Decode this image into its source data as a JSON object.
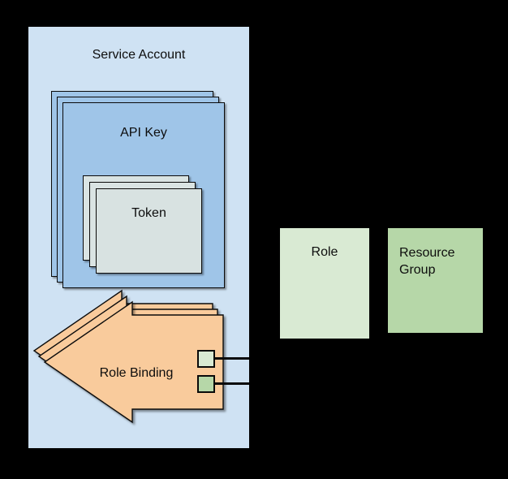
{
  "diagram": {
    "background_color": "#000000",
    "service_account": {
      "label": "Service Account",
      "fill": "#cfe2f3"
    },
    "api_key": {
      "label": "API Key",
      "fill": "#9fc5e8",
      "stack_count": 3
    },
    "token": {
      "label": "Token",
      "fill": "#dae4e3",
      "stack_count": 3
    },
    "role_binding": {
      "label": "Role Binding",
      "fill": "#f9cb9c",
      "stack_count": 3,
      "shape": "left-pointing-arrow",
      "keys": [
        {
          "name": "role-key",
          "fill": "#d9ead3"
        },
        {
          "name": "resource-group-key",
          "fill": "#b6d7a8"
        }
      ]
    },
    "role": {
      "label": "Role",
      "fill": "#d9ead3"
    },
    "resource_group": {
      "label": "Resource Group",
      "fill": "#b6d7a8"
    },
    "connectors": [
      {
        "from": "role-key",
        "to": "role"
      },
      {
        "from": "resource-group-key",
        "to": "resource-group"
      }
    ]
  }
}
